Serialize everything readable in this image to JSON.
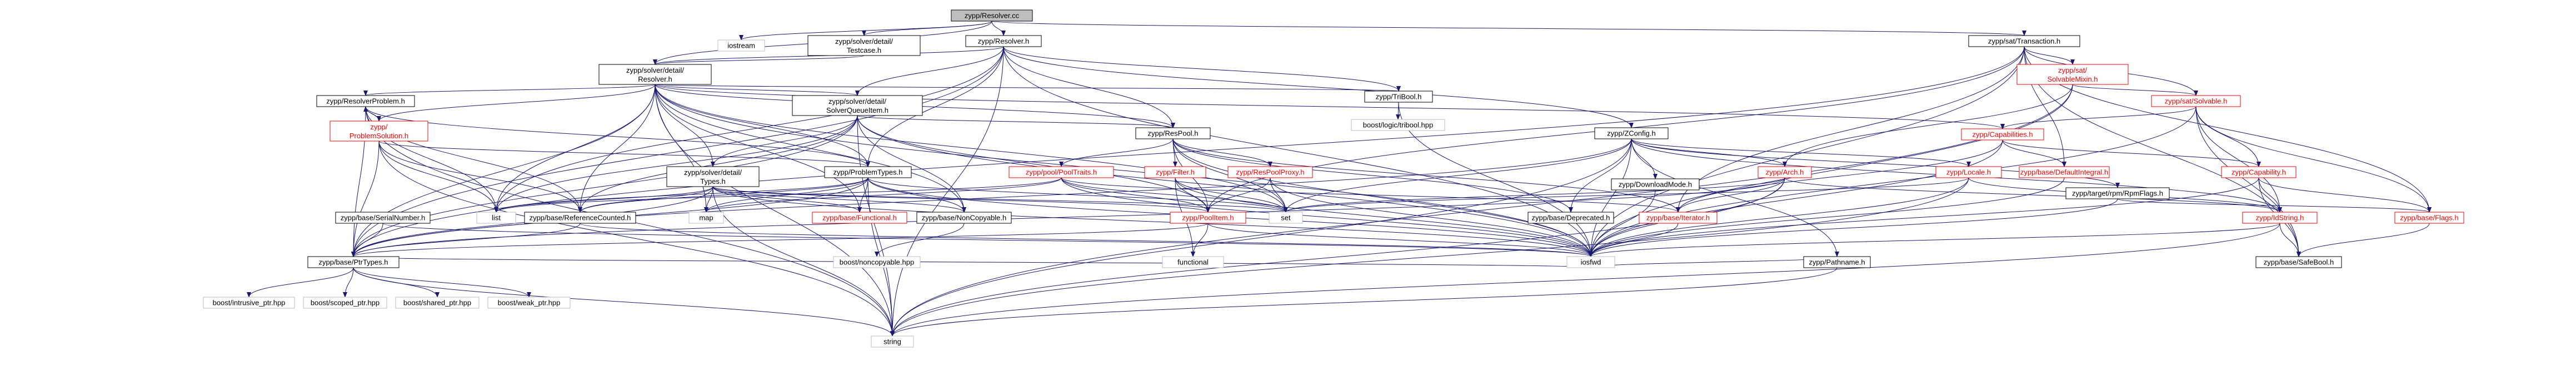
{
  "colors": {
    "edge": "#191970",
    "border_normal": "#000000",
    "border_red": "#ff0000",
    "border_plain": "#bfbfbf",
    "fill_root": "#bfbfbf",
    "fill_normal": "#ffffff",
    "text_normal": "#000000",
    "text_red": "#ff0000"
  },
  "nodes": [
    {
      "id": "root",
      "label": "zypp/Resolver.cc",
      "style": "root"
    },
    {
      "id": "iostream",
      "label": "iostream",
      "style": "plain"
    },
    {
      "id": "testcase",
      "label": "zypp/solver/detail/Testcase.h",
      "style": "normal"
    },
    {
      "id": "resolver_h",
      "label": "zypp/Resolver.h",
      "style": "normal"
    },
    {
      "id": "transaction",
      "label": "zypp/sat/Transaction.h",
      "style": "normal"
    },
    {
      "id": "detail_resolver",
      "label": "zypp/solver/detail/Resolver.h",
      "style": "normal"
    },
    {
      "id": "solvablemixin",
      "label": "zypp/sat/SolvableMixin.h",
      "style": "red"
    },
    {
      "id": "resolverproblem",
      "label": "zypp/ResolverProblem.h",
      "style": "normal"
    },
    {
      "id": "solverqueueitem",
      "label": "zypp/solver/detail/SolverQueueItem.h",
      "style": "normal"
    },
    {
      "id": "tribool",
      "label": "zypp/TriBool.h",
      "style": "normal"
    },
    {
      "id": "sat_solvable",
      "label": "zypp/sat/Solvable.h",
      "style": "red"
    },
    {
      "id": "problemsolution",
      "label": "zypp/ProblemSolution.h",
      "style": "red"
    },
    {
      "id": "respool",
      "label": "zypp/ResPool.h",
      "style": "normal"
    },
    {
      "id": "boost_tribool",
      "label": "boost/logic/tribool.hpp",
      "style": "plain"
    },
    {
      "id": "capabilities",
      "label": "zypp/Capabilities.h",
      "style": "red"
    },
    {
      "id": "zconfig",
      "label": "zypp/ZConfig.h",
      "style": "normal"
    },
    {
      "id": "types",
      "label": "zypp/solver/detail/Types.h",
      "style": "normal"
    },
    {
      "id": "problemtypes",
      "label": "zypp/ProblemTypes.h",
      "style": "normal"
    },
    {
      "id": "poolitem_traits",
      "label": "zypp/pool/PoolTraits.h",
      "style": "red"
    },
    {
      "id": "filter",
      "label": "zypp/Filter.h",
      "style": "red"
    },
    {
      "id": "respoolproxy",
      "label": "zypp/ResPoolProxy.h",
      "style": "red"
    },
    {
      "id": "arch",
      "label": "zypp/Arch.h",
      "style": "red"
    },
    {
      "id": "locale",
      "label": "zypp/Locale.h",
      "style": "red"
    },
    {
      "id": "defaultintegral",
      "label": "zypp/base/DefaultIntegral.h",
      "style": "red"
    },
    {
      "id": "capability",
      "label": "zypp/Capability.h",
      "style": "red"
    },
    {
      "id": "downloadmode",
      "label": "zypp/DownloadMode.h",
      "style": "normal"
    },
    {
      "id": "rpmflags",
      "label": "zypp/target/rpm/RpmFlags.h",
      "style": "normal"
    },
    {
      "id": "serialnumber",
      "label": "zypp/base/SerialNumber.h",
      "style": "normal"
    },
    {
      "id": "list",
      "label": "list",
      "style": "plain"
    },
    {
      "id": "refcounted",
      "label": "zypp/base/ReferenceCounted.h",
      "style": "normal"
    },
    {
      "id": "map",
      "label": "map",
      "style": "plain"
    },
    {
      "id": "functional_h",
      "label": "zypp/base/Functional.h",
      "style": "red"
    },
    {
      "id": "noncopyable",
      "label": "zypp/base/NonCopyable.h",
      "style": "normal"
    },
    {
      "id": "poolitem",
      "label": "zypp/PoolItem.h",
      "style": "red"
    },
    {
      "id": "set",
      "label": "set",
      "style": "plain"
    },
    {
      "id": "deprecated",
      "label": "zypp/base/Deprecated.h",
      "style": "normal"
    },
    {
      "id": "iterator",
      "label": "zypp/base/Iterator.h",
      "style": "red"
    },
    {
      "id": "idstring",
      "label": "zypp/IdString.h",
      "style": "red"
    },
    {
      "id": "flags",
      "label": "zypp/base/Flags.h",
      "style": "red"
    },
    {
      "id": "ptrtypes",
      "label": "zypp/base/PtrTypes.h",
      "style": "normal"
    },
    {
      "id": "boost_noncopyable",
      "label": "boost/noncopyable.hpp",
      "style": "plain"
    },
    {
      "id": "functional",
      "label": "functional",
      "style": "plain"
    },
    {
      "id": "pathname",
      "label": "zypp/Pathname.h",
      "style": "normal"
    },
    {
      "id": "iosfwd",
      "label": "iosfwd",
      "style": "plain"
    },
    {
      "id": "safebool",
      "label": "zypp/base/SafeBool.h",
      "style": "normal"
    },
    {
      "id": "boost_intrusive",
      "label": "boost/intrusive_ptr.hpp",
      "style": "plain"
    },
    {
      "id": "boost_scoped",
      "label": "boost/scoped_ptr.hpp",
      "style": "plain"
    },
    {
      "id": "boost_shared",
      "label": "boost/shared_ptr.hpp",
      "style": "plain"
    },
    {
      "id": "boost_weak",
      "label": "boost/weak_ptr.hpp",
      "style": "plain"
    },
    {
      "id": "string",
      "label": "string",
      "style": "plain"
    }
  ],
  "edges": [
    [
      "root",
      "iostream"
    ],
    [
      "root",
      "testcase"
    ],
    [
      "root",
      "resolver_h"
    ],
    [
      "root",
      "transaction"
    ],
    [
      "root",
      "detail_resolver"
    ],
    [
      "testcase",
      "detail_resolver"
    ],
    [
      "resolver_h",
      "detail_resolver"
    ],
    [
      "resolver_h",
      "solverqueueitem"
    ],
    [
      "resolver_h",
      "respool"
    ],
    [
      "resolver_h",
      "problemtypes"
    ],
    [
      "resolver_h",
      "ptrtypes"
    ],
    [
      "resolver_h",
      "list"
    ],
    [
      "resolver_h",
      "iosfwd"
    ],
    [
      "resolver_h",
      "string"
    ],
    [
      "resolver_h",
      "tribool"
    ],
    [
      "resolver_h",
      "zconfig"
    ],
    [
      "transaction",
      "solvablemixin"
    ],
    [
      "transaction",
      "sat_solvable"
    ],
    [
      "transaction",
      "ptrtypes"
    ],
    [
      "transaction",
      "iterator"
    ],
    [
      "transaction",
      "defaultintegral"
    ],
    [
      "transaction",
      "iosfwd"
    ],
    [
      "transaction",
      "safebool"
    ],
    [
      "transaction",
      "poolitem"
    ],
    [
      "transaction",
      "flags"
    ],
    [
      "solvablemixin",
      "sat_solvable"
    ],
    [
      "solvablemixin",
      "iosfwd"
    ],
    [
      "solvablemixin",
      "arch"
    ],
    [
      "solvablemixin",
      "string"
    ],
    [
      "detail_resolver",
      "resolverproblem"
    ],
    [
      "detail_resolver",
      "problemsolution"
    ],
    [
      "detail_resolver",
      "solverqueueitem"
    ],
    [
      "detail_resolver",
      "tribool"
    ],
    [
      "detail_resolver",
      "respool"
    ],
    [
      "detail_resolver",
      "types"
    ],
    [
      "detail_resolver",
      "problemtypes"
    ],
    [
      "detail_resolver",
      "capabilities"
    ],
    [
      "detail_resolver",
      "refcounted"
    ],
    [
      "detail_resolver",
      "noncopyable"
    ],
    [
      "detail_resolver",
      "ptrtypes"
    ],
    [
      "detail_resolver",
      "list"
    ],
    [
      "detail_resolver",
      "map"
    ],
    [
      "detail_resolver",
      "iosfwd"
    ],
    [
      "detail_resolver",
      "string"
    ],
    [
      "detail_resolver",
      "set"
    ],
    [
      "detail_resolver",
      "functional_h"
    ],
    [
      "resolverproblem",
      "problemsolution"
    ],
    [
      "resolverproblem",
      "list"
    ],
    [
      "resolverproblem",
      "string"
    ],
    [
      "resolverproblem",
      "refcounted"
    ],
    [
      "resolverproblem",
      "ptrtypes"
    ],
    [
      "resolverproblem",
      "problemtypes"
    ],
    [
      "problemsolution",
      "resolverproblem"
    ],
    [
      "problemsolution",
      "list"
    ],
    [
      "problemsolution",
      "string"
    ],
    [
      "problemsolution",
      "refcounted"
    ],
    [
      "problemsolution",
      "ptrtypes"
    ],
    [
      "problemsolution",
      "problemtypes"
    ],
    [
      "solverqueueitem",
      "ptrtypes"
    ],
    [
      "solverqueueitem",
      "refcounted"
    ],
    [
      "solverqueueitem",
      "noncopyable"
    ],
    [
      "solverqueueitem",
      "respool"
    ],
    [
      "solverqueueitem",
      "poolitem"
    ],
    [
      "solverqueueitem",
      "types"
    ],
    [
      "solverqueueitem",
      "iosfwd"
    ],
    [
      "solverqueueitem",
      "list"
    ],
    [
      "solverqueueitem",
      "string"
    ],
    [
      "tribool",
      "boost_tribool"
    ],
    [
      "tribool",
      "iosfwd"
    ],
    [
      "sat_solvable",
      "capabilities"
    ],
    [
      "sat_solvable",
      "capability"
    ],
    [
      "sat_solvable",
      "idstring"
    ],
    [
      "sat_solvable",
      "iosfwd"
    ],
    [
      "sat_solvable",
      "safebool"
    ],
    [
      "sat_solvable",
      "flags"
    ],
    [
      "respool",
      "poolitem_traits"
    ],
    [
      "respool",
      "filter"
    ],
    [
      "respool",
      "respoolproxy"
    ],
    [
      "respool",
      "iterator"
    ],
    [
      "respool",
      "iosfwd"
    ],
    [
      "respool",
      "poolitem"
    ],
    [
      "respool",
      "set"
    ],
    [
      "respool",
      "deprecated"
    ],
    [
      "capabilities",
      "capability"
    ],
    [
      "capabilities",
      "iosfwd"
    ],
    [
      "capabilities",
      "iterator"
    ],
    [
      "capabilities",
      "defaultintegral"
    ],
    [
      "zconfig",
      "arch"
    ],
    [
      "zconfig",
      "locale"
    ],
    [
      "zconfig",
      "downloadmode"
    ],
    [
      "zconfig",
      "rpmflags"
    ],
    [
      "zconfig",
      "pathname"
    ],
    [
      "zconfig",
      "iosfwd"
    ],
    [
      "zconfig",
      "set"
    ],
    [
      "zconfig",
      "string"
    ],
    [
      "zconfig",
      "ptrtypes"
    ],
    [
      "zconfig",
      "deprecated"
    ],
    [
      "zconfig",
      "idstring"
    ],
    [
      "types",
      "list"
    ],
    [
      "types",
      "map"
    ],
    [
      "types",
      "set"
    ],
    [
      "types",
      "functional_h"
    ],
    [
      "types",
      "iosfwd"
    ],
    [
      "types",
      "string"
    ],
    [
      "types",
      "ptrtypes"
    ],
    [
      "types",
      "noncopyable"
    ],
    [
      "types",
      "poolitem"
    ],
    [
      "types",
      "refcounted"
    ],
    [
      "problemtypes",
      "list"
    ],
    [
      "problemtypes",
      "map"
    ],
    [
      "problemtypes",
      "set"
    ],
    [
      "problemtypes",
      "ptrtypes"
    ],
    [
      "problemtypes",
      "refcounted"
    ],
    [
      "problemtypes",
      "functional_h"
    ],
    [
      "problemtypes",
      "iosfwd"
    ],
    [
      "problemtypes",
      "string"
    ],
    [
      "problemtypes",
      "noncopyable"
    ],
    [
      "poolitem_traits",
      "list"
    ],
    [
      "poolitem_traits",
      "map"
    ],
    [
      "poolitem_traits",
      "set"
    ],
    [
      "poolitem_traits",
      "poolitem"
    ],
    [
      "poolitem_traits",
      "iterator"
    ],
    [
      "poolitem_traits",
      "iosfwd"
    ],
    [
      "filter",
      "poolitem"
    ],
    [
      "filter",
      "set"
    ],
    [
      "filter",
      "functional"
    ],
    [
      "filter",
      "iosfwd"
    ],
    [
      "respoolproxy",
      "poolitem"
    ],
    [
      "respoolproxy",
      "iosfwd"
    ],
    [
      "respoolproxy",
      "set"
    ],
    [
      "arch",
      "idstring"
    ],
    [
      "arch",
      "iosfwd"
    ],
    [
      "arch",
      "string"
    ],
    [
      "arch",
      "set"
    ],
    [
      "arch",
      "iterator"
    ],
    [
      "arch",
      "ptrtypes"
    ],
    [
      "locale",
      "idstring"
    ],
    [
      "locale",
      "iosfwd"
    ],
    [
      "locale",
      "string"
    ],
    [
      "locale",
      "set"
    ],
    [
      "defaultintegral",
      "iosfwd"
    ],
    [
      "capability",
      "idstring"
    ],
    [
      "capability",
      "iosfwd"
    ],
    [
      "capability",
      "safebool"
    ],
    [
      "capability",
      "flags"
    ],
    [
      "downloadmode",
      "iosfwd"
    ],
    [
      "rpmflags",
      "iosfwd"
    ],
    [
      "rpmflags",
      "flags"
    ],
    [
      "serialnumber",
      "ptrtypes"
    ],
    [
      "serialnumber",
      "iosfwd"
    ],
    [
      "refcounted",
      "ptrtypes"
    ],
    [
      "refcounted",
      "iosfwd"
    ],
    [
      "noncopyable",
      "boost_noncopyable"
    ],
    [
      "poolitem",
      "ptrtypes"
    ],
    [
      "poolitem",
      "iosfwd"
    ],
    [
      "poolitem",
      "functional"
    ],
    [
      "iterator",
      "iosfwd"
    ],
    [
      "idstring",
      "iosfwd"
    ],
    [
      "idstring",
      "string"
    ],
    [
      "idstring",
      "safebool"
    ],
    [
      "flags",
      "safebool"
    ],
    [
      "ptrtypes",
      "boost_intrusive"
    ],
    [
      "ptrtypes",
      "boost_scoped"
    ],
    [
      "ptrtypes",
      "boost_shared"
    ],
    [
      "ptrtypes",
      "boost_weak"
    ],
    [
      "ptrtypes",
      "string"
    ],
    [
      "ptrtypes",
      "iosfwd"
    ],
    [
      "pathname",
      "iosfwd"
    ],
    [
      "pathname",
      "string"
    ]
  ]
}
